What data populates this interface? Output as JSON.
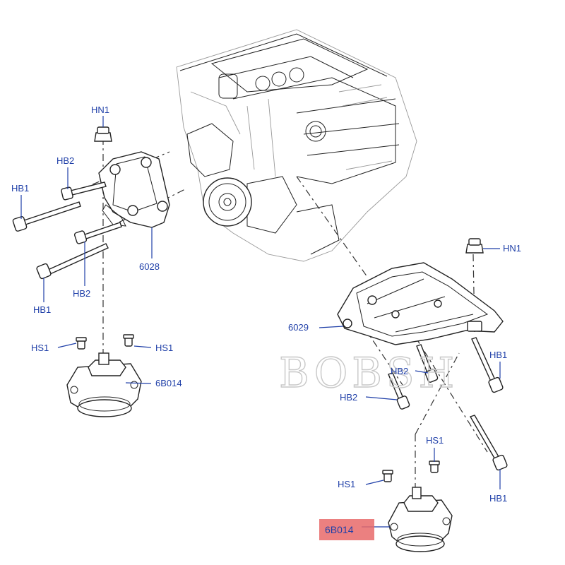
{
  "watermark": "BOBSH",
  "labels": {
    "hn1_left": "HN1",
    "hb2_left_top": "HB2",
    "hb1_left_top": "HB1",
    "hb2_left_bottom": "HB2",
    "hb1_left_bottom": "HB1",
    "bracket_left": "6028",
    "hs1_left_a": "HS1",
    "hs1_left_b": "HS1",
    "mount_left": "6B014",
    "hn1_right": "HN1",
    "bracket_right": "6029",
    "hb1_right_top": "HB1",
    "hb2_right_top": "HB2",
    "hb2_right_bottom": "HB2",
    "hs1_right_a": "HS1",
    "hs1_right_b": "HS1",
    "hb1_right_bottom": "HB1",
    "mount_right": "6B014"
  },
  "colors": {
    "label": "#1f3fa8",
    "highlight": "#e86a6a",
    "line": "#222222",
    "watermark": "#c8c8c8"
  }
}
